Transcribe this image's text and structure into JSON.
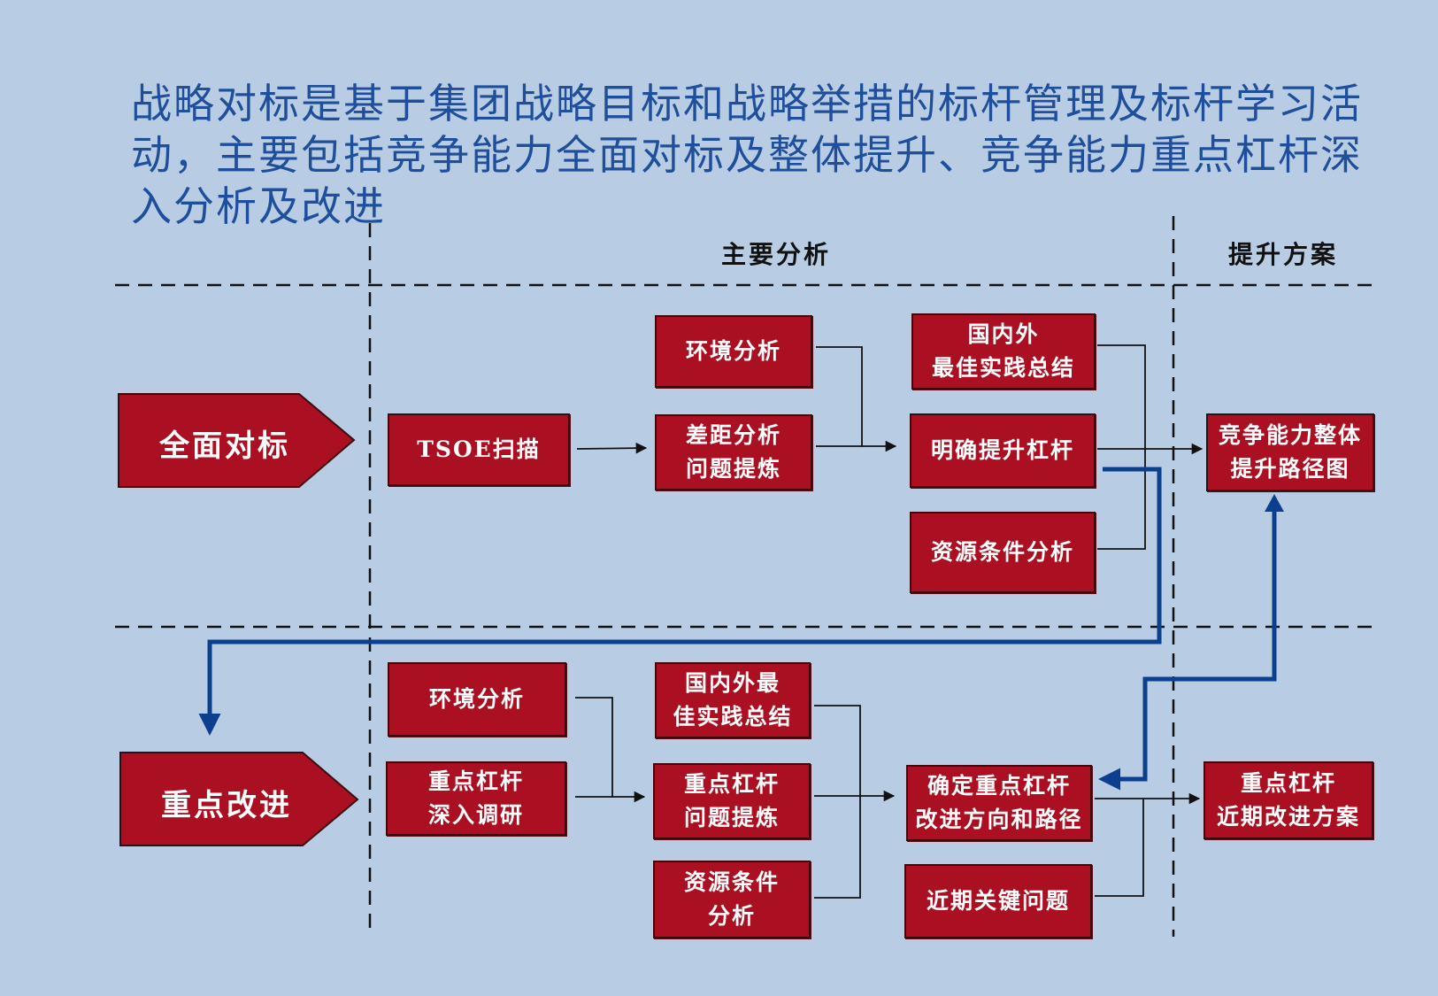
{
  "headline": "战略对标是基于集团战略目标和战略举措的标杆管理及标杆学习活动，主要包括竞争能力全面对标及整体提升、竞争能力重点杠杆深入分析及改进",
  "columns": {
    "analysis": "主要分析",
    "plan": "提升方案"
  },
  "rows": {
    "top": {
      "label": "全面对标",
      "scan": "TSOE扫描",
      "env": "环境分析",
      "gap": [
        "差距分析",
        "问题提炼"
      ],
      "best": [
        "国内外",
        "最佳实践总结"
      ],
      "lever": "明确提升杠杆",
      "resource": "资源条件分析",
      "result": [
        "竞争能力整体",
        "提升路径图"
      ]
    },
    "bottom": {
      "label": "重点改进",
      "env": "环境分析",
      "research": [
        "重点杠杆",
        "深入调研"
      ],
      "best": [
        "国内外最",
        "佳实践总结"
      ],
      "refine": [
        "重点杠杆",
        "问题提炼"
      ],
      "resource": [
        "资源条件",
        "分析"
      ],
      "direction": [
        "确定重点杠杆",
        "改进方向和路径"
      ],
      "issues": "近期关键问题",
      "result": [
        "重点杠杆",
        "近期改进方案"
      ]
    }
  },
  "colors": {
    "background": "#b8cde4",
    "box_fill": "#ab0f22",
    "headline": "#1f4f9a",
    "flow_blue": "#0d3f8f"
  }
}
